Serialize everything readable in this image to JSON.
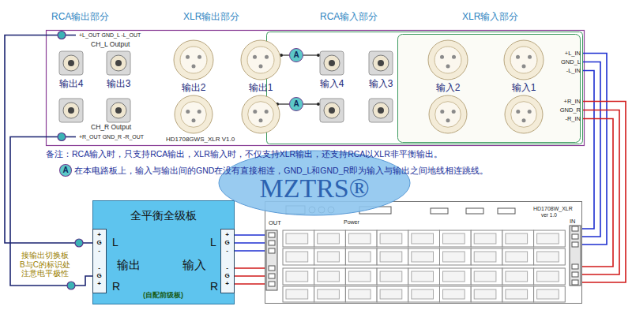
{
  "diagram": {
    "nodes": [
      {
        "text": [
          "HD1708GWS_XLR V1.0"
        ]
      },
      {
        "text": [
          "输出4"
        ],
        "in": 0
      },
      {
        "text": [
          "输出3"
        ],
        "in": 0
      },
      {
        "text": [
          "输出2"
        ],
        "in": 0
      },
      {
        "text": [
          "输出1"
        ],
        "in": 0
      },
      {
        "text": [
          "A"
        ],
        "in": 0
      },
      {
        "text": [
          "A"
        ],
        "in": 0
      },
      {
        "text": [
          "输入4"
        ],
        "in": 0
      },
      {
        "text": [
          "输入3"
        ],
        "in": 0
      },
      {
        "text": [
          "输入2"
        ],
        "in": 0
      },
      {
        "text": [
          "输入1"
        ],
        "in": 0
      },
      {
        "text": [
          "+L_OUT GND_L -L_OUT",
          "CH_L Output"
        ],
        "in": 0
      },
      {
        "text": [
          "CH_R Output",
          "+R_OUT GND_R -R_OUT"
        ],
        "in": 0
      },
      {
        "text": [
          "+L_IN",
          "GND_L",
          "-L_IN"
        ],
        "in": 0
      },
      {
        "text": [
          "+R_IN",
          "GND_R",
          "-R_IN"
        ],
        "in": 0
      },
      {
        "text": [
          "MZTRS®"
        ]
      },
      {
        "text": [
          "全平衡全级板",
          "L",
          "输出",
          "R",
          "L",
          "输入",
          "R",
          "(自配前级板)"
        ]
      },
      {
        "text": [
          "+",
          "G",
          "-",
          "-",
          "G",
          "+"
        ],
        "in": 16
      },
      {
        "text": [
          "+",
          "G",
          "-",
          "-",
          "G",
          "+"
        ],
        "in": 16
      },
      {
        "text": [
          "HD1708W_XLR",
          "ver 1.0",
          "Power",
          "OUT",
          "IN"
        ]
      }
    ],
    "edges": [
      {
        "from": 13,
        "to": 19,
        "arrow": "none"
      },
      {
        "from": 13,
        "to": 19,
        "arrow": "none"
      },
      {
        "from": 13,
        "to": 19,
        "arrow": "none"
      },
      {
        "from": 14,
        "to": 19,
        "arrow": "none"
      },
      {
        "from": 14,
        "to": 19,
        "arrow": "none"
      },
      {
        "from": 14,
        "to": 19,
        "arrow": "none"
      },
      {
        "from": 19,
        "to": 18,
        "arrow": "none"
      },
      {
        "from": 19,
        "to": 18,
        "arrow": "none"
      },
      {
        "from": 19,
        "to": 18,
        "arrow": "none"
      },
      {
        "from": 19,
        "to": 18,
        "arrow": "none"
      },
      {
        "from": 19,
        "to": 18,
        "arrow": "none"
      },
      {
        "from": 19,
        "to": 18,
        "arrow": "none"
      },
      {
        "from": 11,
        "to": 17,
        "arrow": "none"
      },
      {
        "from": 12,
        "to": 17,
        "arrow": "none"
      }
    ],
    "labels": [
      "RCA输出部分",
      "XLR输出部分",
      "RCA输入部分",
      "XLR输入部分",
      "备注：RCA输入时，只支持RCA输出，XLR输入时，不仅支持XLR输出，还支持RCA以XLR非平衡输出。",
      "A",
      "在本电路板上，输入与输出间的GND在没有直接相连，GND_L和GND_R即为输入与输出之间地线相连跳线。",
      "接输出切换板 B与C的标识处 注意电平极性"
    ]
  }
}
